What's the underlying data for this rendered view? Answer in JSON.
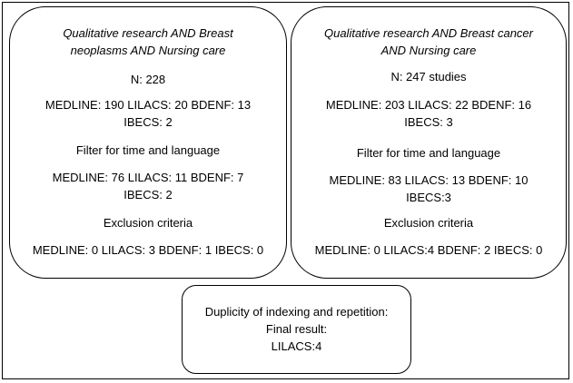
{
  "left_box": {
    "title_line1": "Qualitative research AND Breast",
    "title_line2": "neoplasms AND Nursing care",
    "n": "N: 228",
    "counts_line1": "MEDLINE: 190 LILACS: 20 BDENF: 13",
    "counts_line2": "IBECS: 2",
    "filter_label": "Filter for time and language",
    "filtered_line1": "MEDLINE: 76 LILACS: 11 BDENF: 7",
    "filtered_line2": "IBECS: 2",
    "exclusion_label": "Exclusion criteria",
    "exclusion_counts": "MEDLINE: 0 LILACS: 3 BDENF: 1 IBECS: 0"
  },
  "right_box": {
    "title_line1": "Qualitative research AND Breast cancer",
    "title_line2": "AND Nursing care",
    "n": "N: 247 studies",
    "counts_line1": "MEDLINE: 203 LILACS: 22 BDENF: 16",
    "counts_line2": "IBECS: 3",
    "filter_label": "Filter for time and language",
    "filtered_line1": "MEDLINE: 83 LILACS: 13 BDENF: 10",
    "filtered_line2": "IBECS:3",
    "exclusion_label": "Exclusion criteria",
    "exclusion_counts": "MEDLINE: 0 LILACS:4 BDENF: 2 IBECS: 0"
  },
  "bottom_box": {
    "line1": "Duplicity of indexing and repetition:",
    "line2": "Final result:",
    "line3": "LILACS:4"
  }
}
